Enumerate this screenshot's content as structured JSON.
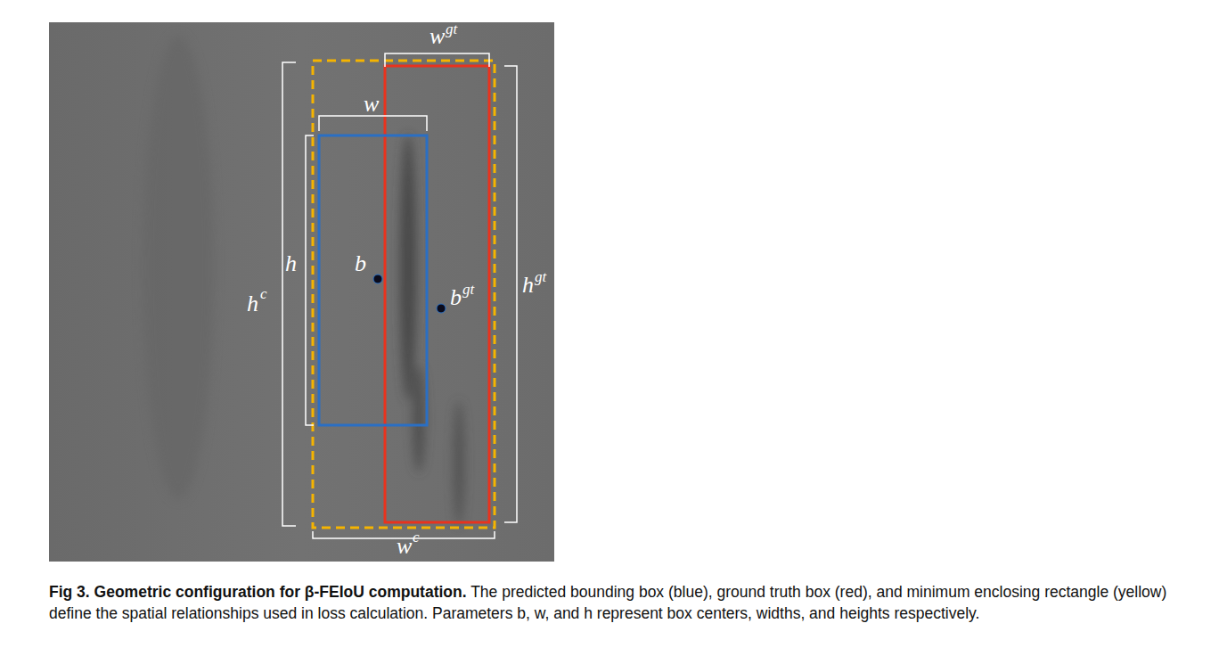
{
  "diagram": {
    "caption": "Fig 3. Geometric configuration for β-FEIoU computation. The predicted bounding box (blue), ground truth box (red), and minimum enclosing rectangle (yellow) define the spatial relationships used in loss calculation. Parameters b, w, and h represent box centers, widths, and heights respectively.",
    "labels": [
      "w",
      "gt",
      "w",
      "h",
      "h",
      "c",
      "b",
      "b",
      "gt",
      "h",
      "gt",
      "w",
      "c"
    ]
  }
}
